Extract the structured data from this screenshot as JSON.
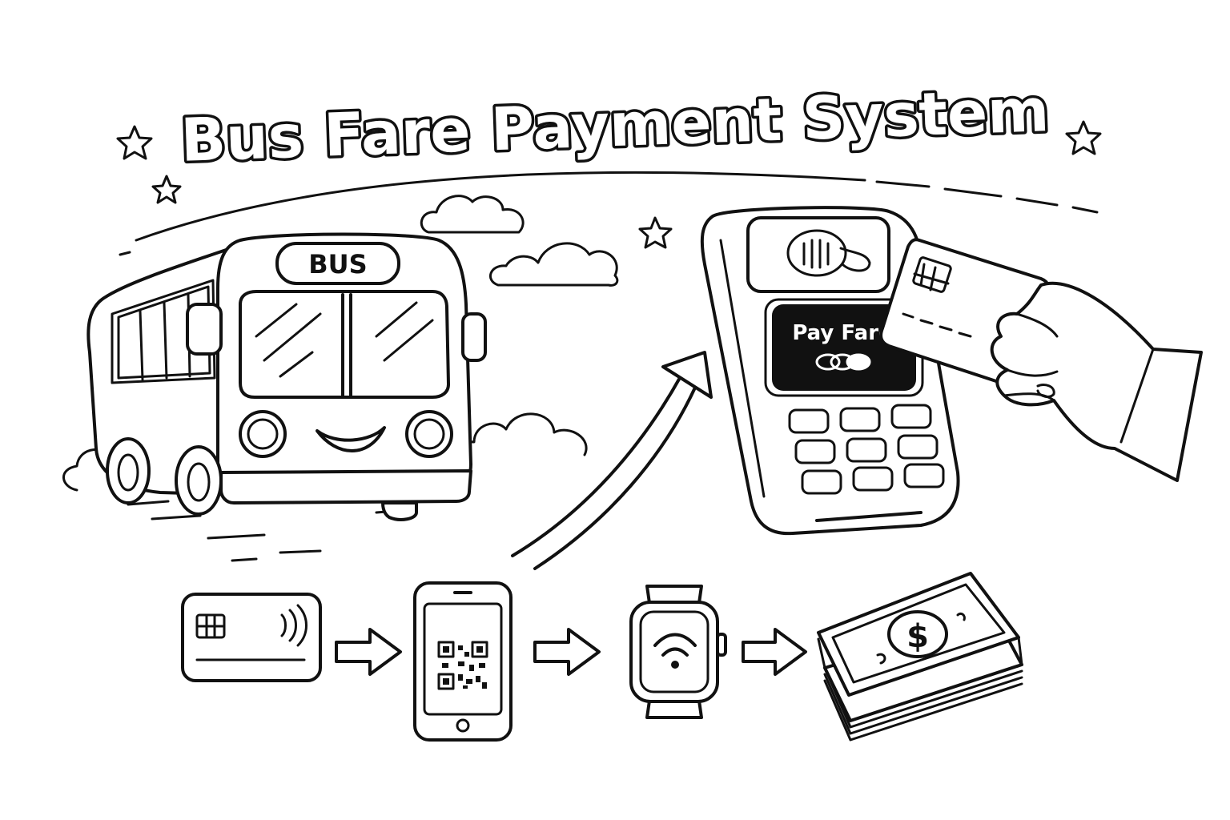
{
  "title": "Bus Fare Payment System",
  "bus_sign": "BUS",
  "terminal_screen": "Pay Fare",
  "payment_methods": [
    {
      "icon": "contactless-card-icon"
    },
    {
      "icon": "phone-qr-code-icon"
    },
    {
      "icon": "smartwatch-icon"
    },
    {
      "icon": "cash-stack-icon"
    }
  ],
  "colors": {
    "ink": "#111111",
    "background": "#ffffff"
  }
}
